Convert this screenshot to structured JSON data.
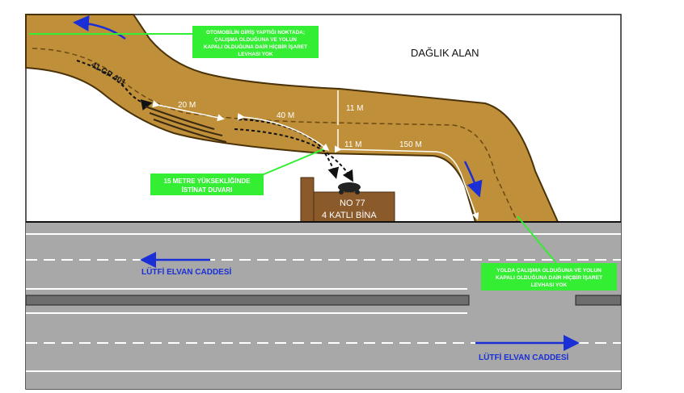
{
  "area_label": "DAĞLIK ALAN",
  "road_code": "41 GP 401",
  "measurements": {
    "m20": "20 M",
    "m40": "40 M",
    "m11_top": "11 M",
    "m11_bottom": "11 M",
    "m150": "150 M"
  },
  "building": {
    "line1": "NO 77",
    "line2": "4 KATLI BİNA"
  },
  "callouts": {
    "entry": [
      "OTOMOBİLİN GİRİŞ YAPTIĞI NOKTADA;",
      "ÇALIŞMA OLDUĞUNA VE YOLUN",
      "KAPALI OLDUĞUNA DAİR HİÇBİR İŞARET",
      "LEVHASI YOK"
    ],
    "wall": [
      "15 METRE YÜKSEKLİĞİNDE",
      "İSTİNAT DUVARI"
    ],
    "roadwork": [
      "YOLDA ÇALIŞMA OLDUĞUNA VE YOLUN",
      "KAPALI OLDUĞUNA DAİR HİÇBİR İŞARET",
      "LEVHASI YOK"
    ]
  },
  "street_labels": {
    "upper": "LÜTFİ ELVAN CADDESİ",
    "lower": "LÜTFİ ELVAN CADDESİ"
  },
  "colors": {
    "road_brown": "#bf8f3a",
    "asphalt": "#a8a8a8",
    "callout_green": "#33ee33",
    "arrow_blue": "#1a2fd6",
    "building": "#8b5a2b"
  }
}
